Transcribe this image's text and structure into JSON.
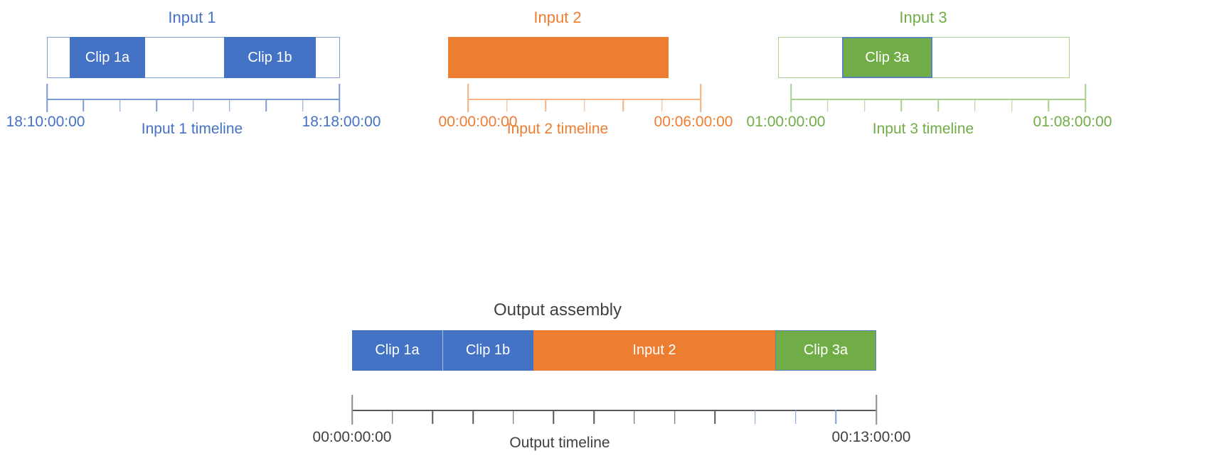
{
  "inputs": [
    {
      "title": "Input 1",
      "accent": "#4472C4",
      "track_border": "#7F9FD7",
      "clips": [
        {
          "label": "Clip 1a"
        },
        {
          "label": "Clip 1b"
        }
      ],
      "timeline": {
        "start_label": "18:10:00:00",
        "end_label": "18:18:00:00",
        "caption": "Input 1 timeline",
        "intervals": 8,
        "ruler_color": "#7C9CD6"
      }
    },
    {
      "title": "Input 2",
      "accent": "#ED7D31",
      "timeline": {
        "start_label": "00:00:00:00",
        "end_label": "00:06:00:00",
        "caption": "Input 2 timeline",
        "intervals": 6,
        "ruler_color": "#F4B183"
      }
    },
    {
      "title": "Input 3",
      "accent": "#70AD47",
      "track_border": "#A9D18E",
      "clips": [
        {
          "label": "Clip 3a",
          "border": "#5B84B8"
        }
      ],
      "timeline": {
        "start_label": "01:00:00:00",
        "end_label": "01:08:00:00",
        "caption": "Input 3 timeline",
        "intervals": 8,
        "ruler_color": "#A9D18E"
      }
    }
  ],
  "output": {
    "title": "Output assembly",
    "text_color": "#404040",
    "segments": [
      {
        "label": "Clip 1a",
        "color": "#4472C4"
      },
      {
        "label": "Clip 1b",
        "color": "#4472C4"
      },
      {
        "label": "Input 2",
        "color": "#ED7D31"
      },
      {
        "label": "Clip 3a",
        "color": "#70AD47",
        "border": "#5B84B8"
      }
    ],
    "timeline": {
      "start_label": "00:00:00:00",
      "end_label": "00:13:00:00",
      "caption": "Output timeline",
      "intervals": 13,
      "ruler_color": "#595959",
      "end_tick_color": "#8C8C8C",
      "accent_ticks_from": 10,
      "accent_tick_color": "#7C9CD6"
    }
  }
}
